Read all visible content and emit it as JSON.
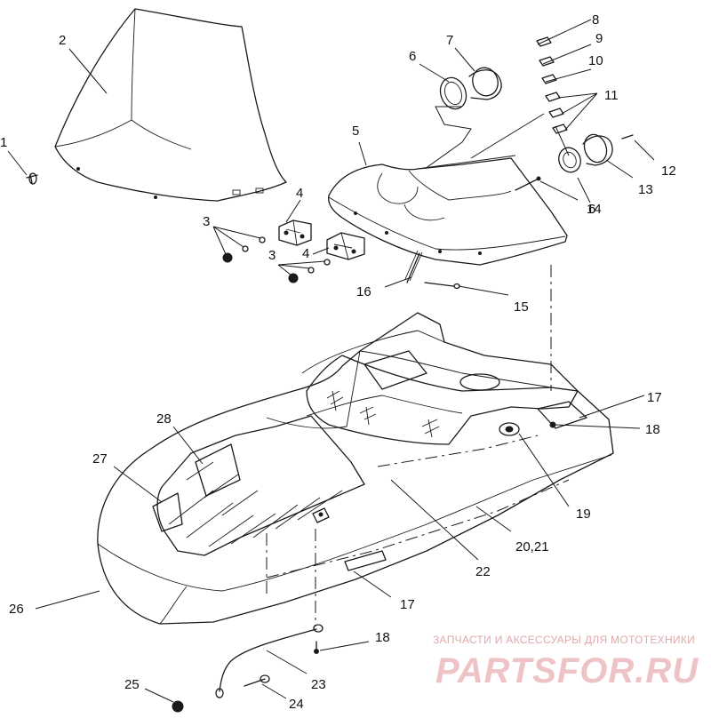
{
  "diagram": {
    "callouts": [
      "1",
      "2",
      "3",
      "3",
      "4",
      "4",
      "5",
      "6",
      "6",
      "7",
      "8",
      "9",
      "10",
      "11",
      "12",
      "13",
      "14",
      "15",
      "16",
      "17",
      "17",
      "18",
      "18",
      "19",
      "20,21",
      "22",
      "23",
      "24",
      "25",
      "26",
      "27",
      "28"
    ]
  },
  "watermark": {
    "tagline": "ЗАПЧАСТИ И АКСЕССУАРЫ ДЛЯ МОТОТЕХНИКИ",
    "logo": "PARTSFOR.RU",
    "color": "#e0a9ad"
  }
}
